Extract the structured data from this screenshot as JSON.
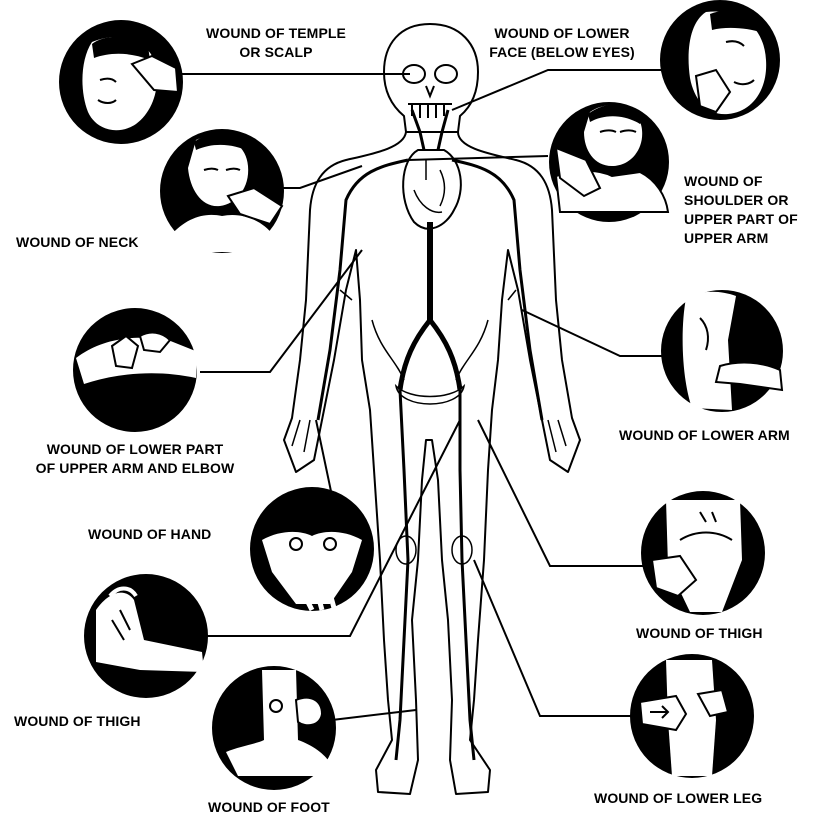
{
  "labels": {
    "temple": "WOUND OF TEMPLE\nOR SCALP",
    "lower_face": "WOUND OF LOWER\nFACE (BELOW EYES)",
    "shoulder": "WOUND OF\nSHOULDER OR\nUPPER PART OF\nUPPER ARM",
    "neck": "WOUND OF NECK",
    "lower_upper_arm": "WOUND OF LOWER PART\nOF UPPER ARM AND ELBOW",
    "lower_arm": "WOUND OF LOWER ARM",
    "hand": "WOUND OF HAND",
    "thigh_right": "WOUND OF THIGH",
    "thigh_left": "WOUND OF THIGH",
    "foot": "WOUND OF FOOT",
    "lower_leg": "WOUND OF LOWER LEG"
  },
  "colors": {
    "ink": "#000000",
    "paper": "#ffffff"
  }
}
